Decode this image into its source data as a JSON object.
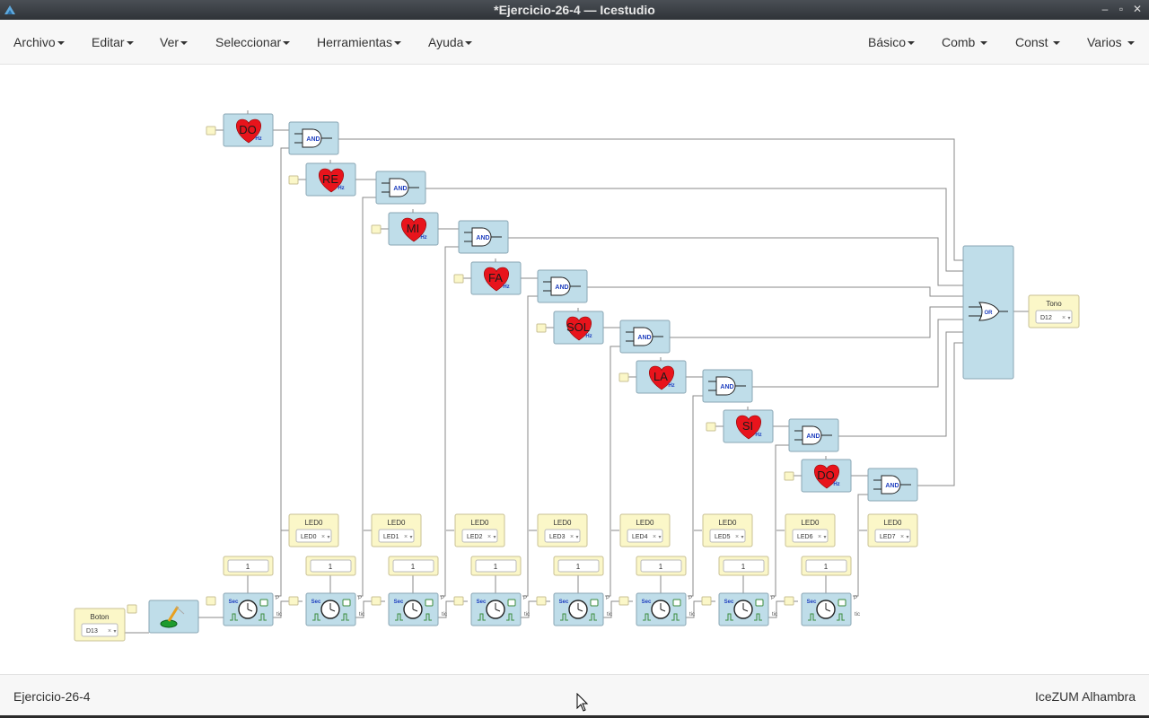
{
  "window": {
    "title": "*Ejercicio-26-4 — Icestudio"
  },
  "menubar": {
    "left": [
      "Archivo",
      "Editar",
      "Ver",
      "Seleccionar",
      "Herramientas",
      "Ayuda"
    ],
    "right": [
      "Básico",
      "Comb",
      "Const",
      "Varios"
    ]
  },
  "diagram": {
    "notes": [
      "DO",
      "RE",
      "MI",
      "FA",
      "SOL",
      "LA",
      "SI",
      "DO"
    ],
    "hz_label": "Hz",
    "and_label": "AND",
    "or_label": "OR",
    "sec_label": "Sec",
    "counter_const": "1",
    "tic_label": "tic",
    "p_label": "P",
    "leds": [
      {
        "name": "LED0",
        "pin": "LED0"
      },
      {
        "name": "LED0",
        "pin": "LED1"
      },
      {
        "name": "LED0",
        "pin": "LED2"
      },
      {
        "name": "LED0",
        "pin": "LED3"
      },
      {
        "name": "LED0",
        "pin": "LED4"
      },
      {
        "name": "LED0",
        "pin": "LED5"
      },
      {
        "name": "LED0",
        "pin": "LED6"
      },
      {
        "name": "LED0",
        "pin": "LED7"
      }
    ],
    "input": {
      "name": "Boton",
      "pin": "D13"
    },
    "output": {
      "name": "Tono",
      "pin": "D12"
    }
  },
  "statusbar": {
    "project": "Ejercicio-26-4",
    "board": "IceZUM Alhambra"
  },
  "colors": {
    "block_fill": "#bfdde9",
    "block_stroke": "#8aa6b4",
    "io_fill": "#fbf7c8",
    "io_stroke": "#c8c095",
    "heart": "#e8141c",
    "wire": "#8a8a8a",
    "gate_text": "#1f3fbf"
  }
}
